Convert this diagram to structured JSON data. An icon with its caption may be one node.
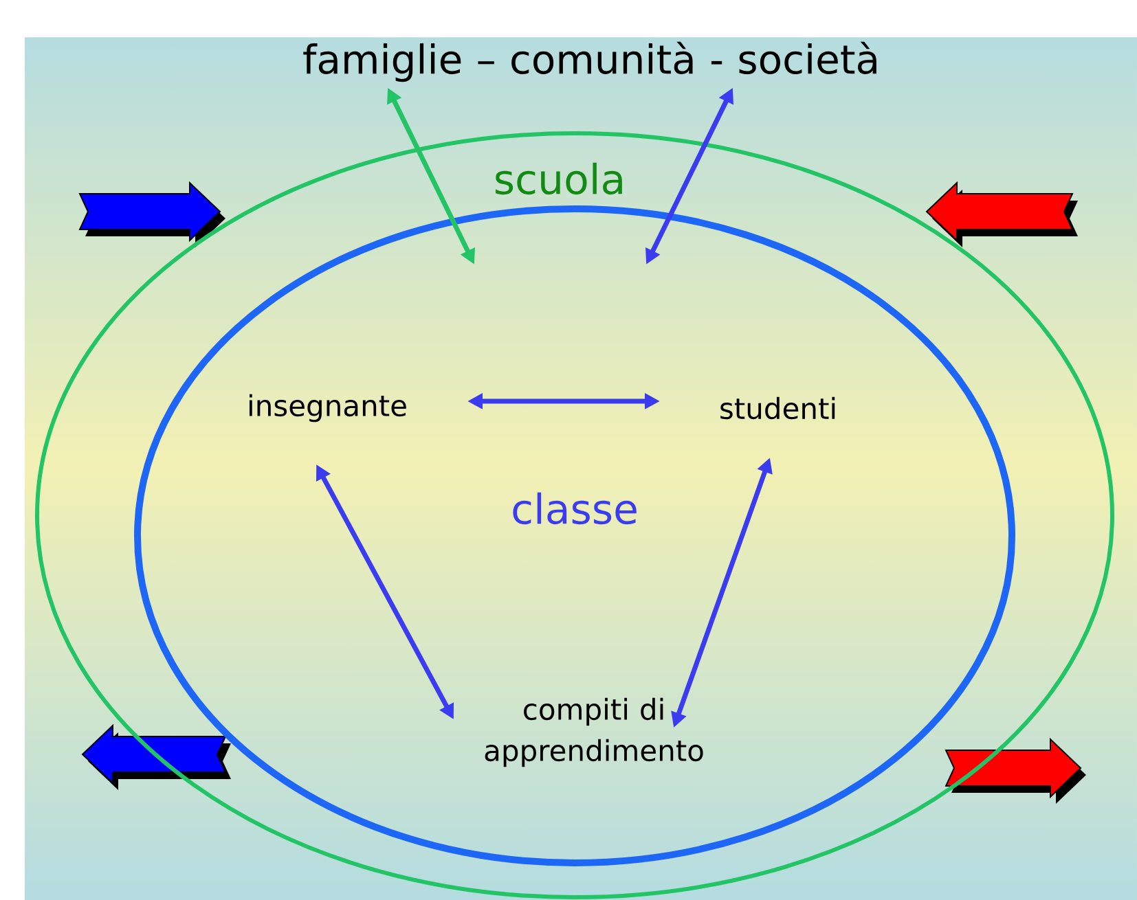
{
  "diagram": {
    "nodes": [
      {
        "text": [
          "scuola"
        ]
      },
      {
        "text": [
          "classe"
        ],
        "in": 0
      },
      {
        "text": [
          "insegnante"
        ],
        "in": 1
      },
      {
        "text": [
          "studenti"
        ],
        "in": 1
      },
      {
        "text": [
          "compiti di apprendimento"
        ],
        "in": 1
      },
      {
        "text": [
          "famiglie – comunità - società"
        ]
      }
    ],
    "edges": [
      {
        "from": 5,
        "to": 1,
        "arrow": "both",
        "color": "#22c466"
      },
      {
        "from": 5,
        "to": 1,
        "arrow": "both"
      },
      {
        "from": 2,
        "to": 3,
        "arrow": "both"
      },
      {
        "from": 2,
        "to": 4,
        "arrow": "both"
      },
      {
        "from": 3,
        "to": 4,
        "arrow": "both"
      }
    ]
  }
}
